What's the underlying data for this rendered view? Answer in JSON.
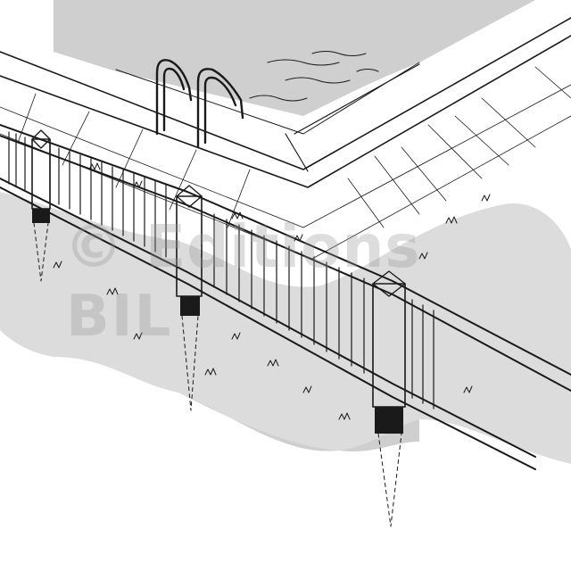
{
  "illustration": {
    "subject": "pool-fence",
    "ink_color": "#1a1a1a",
    "wash_color": "#dcdcdc",
    "water_color": "#cfcfcf"
  },
  "watermark": {
    "line1": "© Editions",
    "line2": "BIL"
  }
}
